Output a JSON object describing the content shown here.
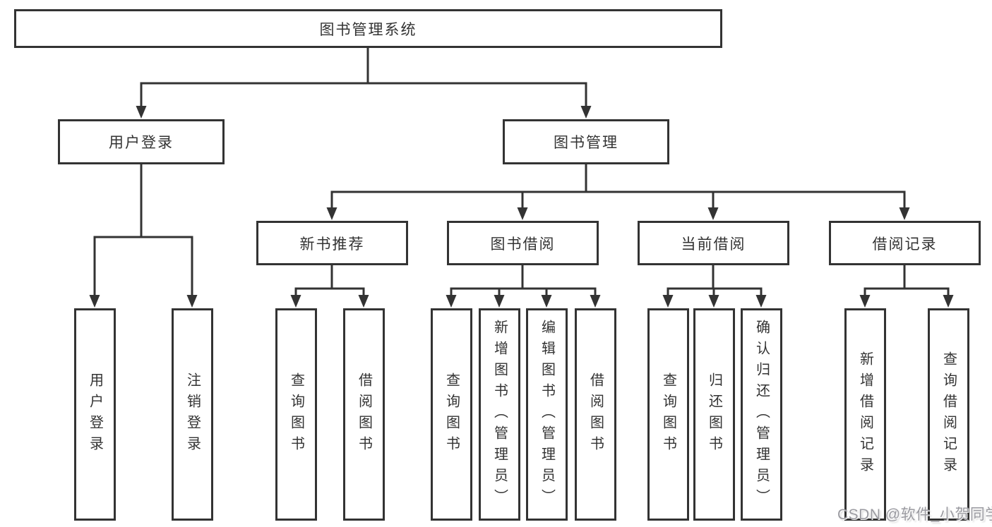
{
  "diagram": {
    "root": {
      "label": "图书管理系统",
      "children": [
        {
          "label": "用户登录",
          "children": [
            {
              "label": "用户登录"
            },
            {
              "label": "注销登录"
            }
          ]
        },
        {
          "label": "图书管理",
          "children": [
            {
              "label": "新书推荐",
              "children": [
                {
                  "label": "查询图书"
                },
                {
                  "label": "借阅图书"
                }
              ]
            },
            {
              "label": "图书借阅",
              "children": [
                {
                  "label": "查询图书"
                },
                {
                  "label": "新增图书（管理员）"
                },
                {
                  "label": "编辑图书（管理员）"
                },
                {
                  "label": "借阅图书"
                }
              ]
            },
            {
              "label": "当前借阅",
              "children": [
                {
                  "label": "查询图书"
                },
                {
                  "label": "归还图书"
                },
                {
                  "label": "确认归还（管理员）"
                }
              ]
            },
            {
              "label": "借阅记录",
              "children": [
                {
                  "label": "新增借阅记录"
                },
                {
                  "label": "查询借阅记录"
                }
              ]
            }
          ]
        }
      ]
    }
  },
  "colors": {
    "line": "#333333",
    "text": "#333333",
    "background": "#ffffff",
    "watermark": "#9a9aa0"
  },
  "watermark": {
    "text": "CSDN @软件_小贺同学"
  }
}
